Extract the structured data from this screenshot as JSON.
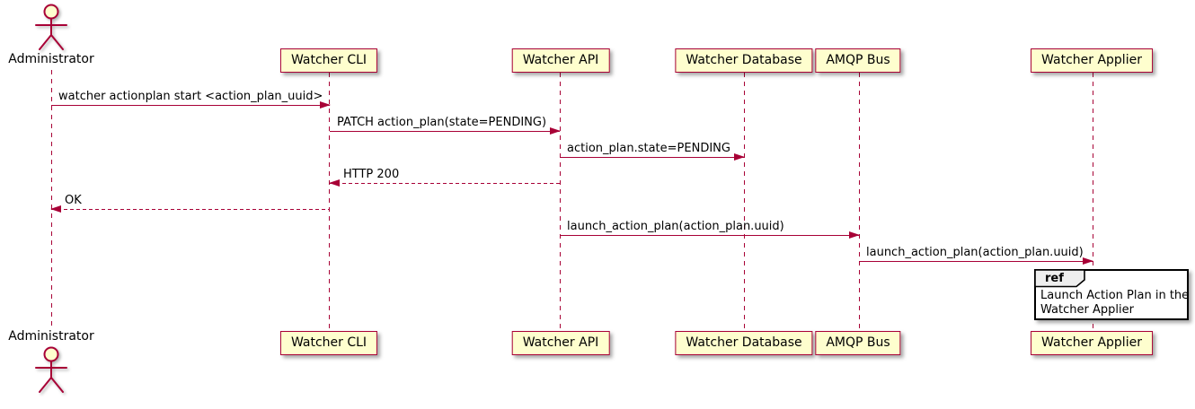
{
  "colors": {
    "background": "#FFFFFF",
    "participant_fill": "#FEFECE",
    "stroke": "#A80036",
    "text": "#000000",
    "ref_header_fill": "#EEEEEE",
    "ref_border": "#000000"
  },
  "actor": {
    "label": "Administrator"
  },
  "participants": [
    {
      "label": "Watcher CLI"
    },
    {
      "label": "Watcher API"
    },
    {
      "label": "Watcher Database"
    },
    {
      "label": "AMQP Bus"
    },
    {
      "label": "Watcher Applier"
    }
  ],
  "messages": [
    {
      "from": "Administrator",
      "to": "Watcher CLI",
      "label": "watcher actionplan start <action_plan_uuid>",
      "line": "solid",
      "direction": "right"
    },
    {
      "from": "Watcher CLI",
      "to": "Watcher API",
      "label": "PATCH action_plan(state=PENDING)",
      "line": "solid",
      "direction": "right"
    },
    {
      "from": "Watcher API",
      "to": "Watcher Database",
      "label": "action_plan.state=PENDING",
      "line": "solid",
      "direction": "right"
    },
    {
      "from": "Watcher API",
      "to": "Watcher CLI",
      "label": "HTTP 200",
      "line": "dashed",
      "direction": "left"
    },
    {
      "from": "Watcher CLI",
      "to": "Administrator",
      "label": "OK",
      "line": "dashed",
      "direction": "left"
    },
    {
      "from": "Watcher API",
      "to": "AMQP Bus",
      "label": "launch_action_plan(action_plan.uuid)",
      "line": "solid",
      "direction": "right"
    },
    {
      "from": "AMQP Bus",
      "to": "Watcher Applier",
      "label": "launch_action_plan(action_plan.uuid)",
      "line": "solid",
      "direction": "right"
    }
  ],
  "ref": {
    "keyword": "ref",
    "over": "Watcher Applier",
    "lines": [
      "Launch Action Plan in the",
      "Watcher Applier"
    ]
  }
}
